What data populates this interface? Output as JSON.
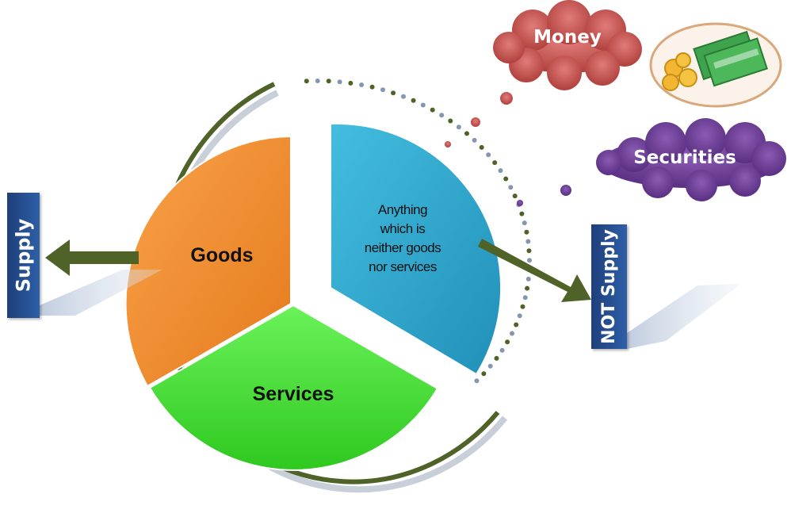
{
  "diagram": {
    "slices": {
      "goods": "Goods",
      "services": "Services",
      "other": [
        "Anything",
        "which is",
        "neither goods",
        "nor services"
      ]
    },
    "labels": {
      "supply": "Supply",
      "not_supply": "NOT Supply"
    },
    "clouds": {
      "money": "Money",
      "securities": "Securities"
    },
    "colors": {
      "goods": "#f28a2b",
      "services": "#44e02f",
      "other": "#2fa7cf",
      "arrow": "#4f6228",
      "label_bg": "#2a5298",
      "money_cloud": "#c0504d",
      "securities_cloud": "#6b3f92"
    }
  }
}
